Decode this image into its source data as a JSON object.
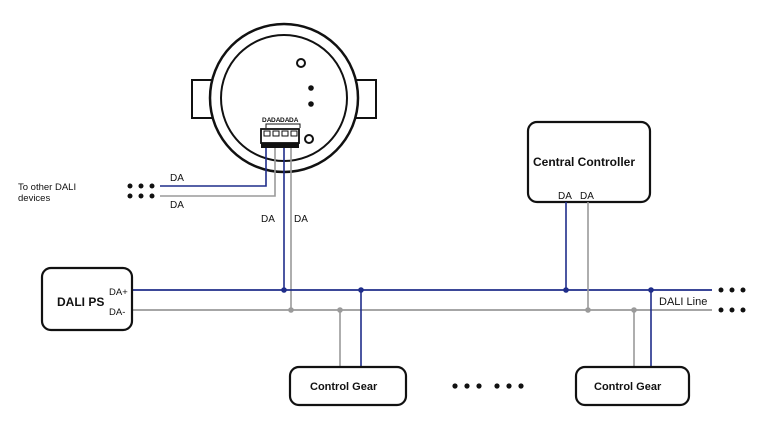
{
  "sensor": {
    "terminal_labels": [
      "DA",
      "DA",
      "DA",
      "DA"
    ]
  },
  "labels": {
    "to_other": "To other DALI",
    "devices": "devices",
    "da_upper": "DA",
    "da_lower": "DA",
    "da_drop_left": "DA",
    "da_drop_right": "DA",
    "dali_line": "DALI Line"
  },
  "dali_ps": {
    "title": "DALI PS",
    "da_plus": "DA+",
    "da_minus": "DA-"
  },
  "central_controller": {
    "title": "Central Controller",
    "da_left": "DA",
    "da_right": "DA"
  },
  "control_gear": [
    {
      "title": "Control Gear"
    },
    {
      "title": "Control Gear"
    }
  ],
  "colors": {
    "da_plus_wire": "#1f2d8a",
    "da_minus_wire": "#9a9a9a",
    "outline": "#111111",
    "junction_plus": "#1f2d8a",
    "junction_minus": "#9a9a9a"
  }
}
